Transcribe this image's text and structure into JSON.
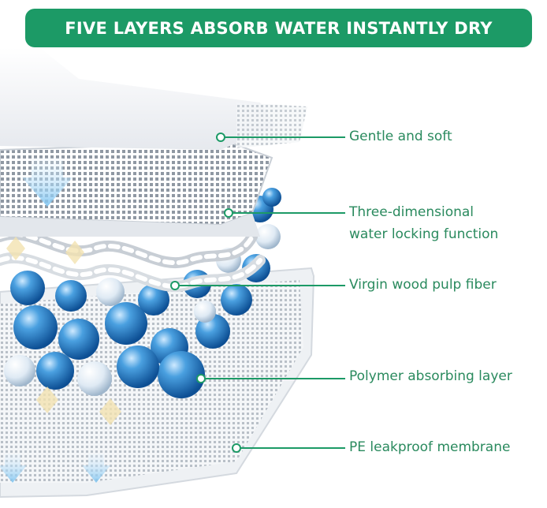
{
  "title": "FIVE LAYERS ABSORB WATER INSTANTLY DRY",
  "colors": {
    "banner": "#1c9a66",
    "label_text": "#2a8a5e",
    "leader_line": "#1c9a66",
    "bead_blue": "#1f78c4",
    "mesh_gray": "#9aa3ad"
  },
  "layers": [
    {
      "label": "Gentle and soft"
    },
    {
      "label_line1": "Three-dimensional",
      "label_line2": "water locking function"
    },
    {
      "label": "Virgin wood pulp fiber"
    },
    {
      "label": "Polymer absorbing layer"
    },
    {
      "label": "PE leakproof membrane"
    }
  ]
}
